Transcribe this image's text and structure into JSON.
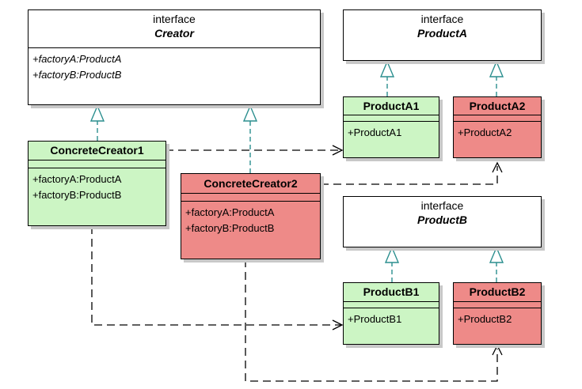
{
  "creator": {
    "stereotype": "interface",
    "name": "Creator",
    "ops": [
      "+factoryA:ProductA",
      "+factoryB:ProductB"
    ]
  },
  "productA": {
    "stereotype": "interface",
    "name": "ProductA"
  },
  "productB": {
    "stereotype": "interface",
    "name": "ProductB"
  },
  "concreteCreator1": {
    "name": "ConcreteCreator1",
    "ops": [
      "+factoryA:ProductA",
      "+factoryB:ProductB"
    ]
  },
  "concreteCreator2": {
    "name": "ConcreteCreator2",
    "ops": [
      "+factoryA:ProductA",
      "+factoryB:ProductB"
    ]
  },
  "productA1": {
    "name": "ProductA1",
    "ops": [
      "+ProductA1"
    ]
  },
  "productA2": {
    "name": "ProductA2",
    "ops": [
      "+ProductA2"
    ]
  },
  "productB1": {
    "name": "ProductB1",
    "ops": [
      "+ProductB1"
    ]
  },
  "productB2": {
    "name": "ProductB2",
    "ops": [
      "+ProductB2"
    ]
  },
  "colors": {
    "concrete_green": "#ccf5c4",
    "concrete_red": "#ee8a88",
    "realization_teal": "#2a8e8e"
  }
}
